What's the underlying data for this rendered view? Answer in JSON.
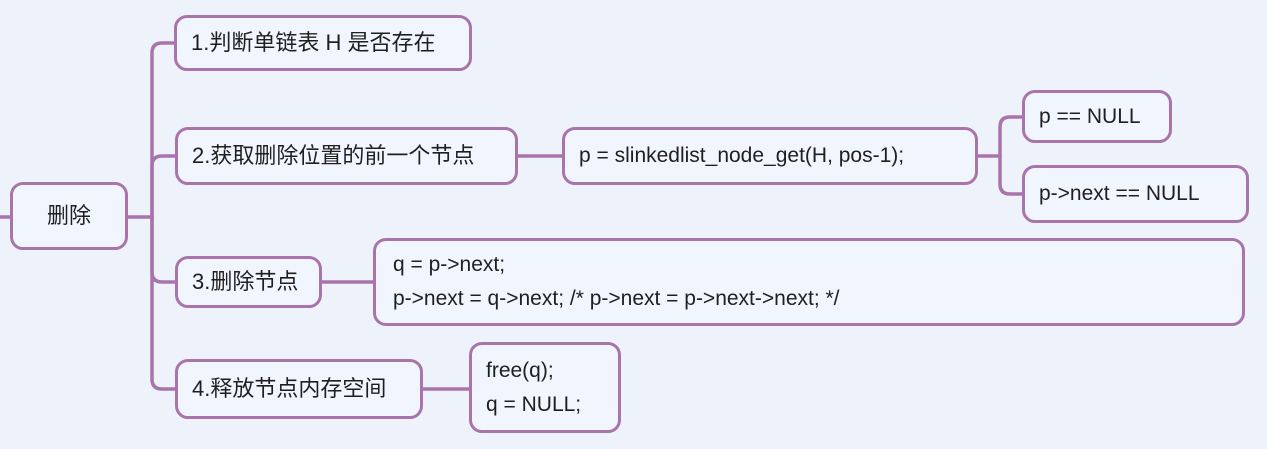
{
  "colors": {
    "background": "#edf2fb",
    "node_fill": "#f1f5fd",
    "line": "#a874ab",
    "text": "#1f1f1f"
  },
  "mindmap": {
    "root": {
      "label": "删除"
    },
    "branches": [
      {
        "label": "1.判断单链表 H 是否存在"
      },
      {
        "label": "2.获取删除位置的前一个节点",
        "code": "p = slinkedlist_node_get(H, pos-1);",
        "cases": [
          {
            "label": "p == NULL"
          },
          {
            "label": "p->next == NULL"
          }
        ]
      },
      {
        "label": "3.删除节点",
        "code_lines": [
          "q = p->next;",
          "p->next = q->next; /* p->next = p->next->next; */"
        ]
      },
      {
        "label": "4.释放节点内存空间",
        "code_lines": [
          "free(q);",
          "q = NULL;"
        ]
      }
    ]
  }
}
